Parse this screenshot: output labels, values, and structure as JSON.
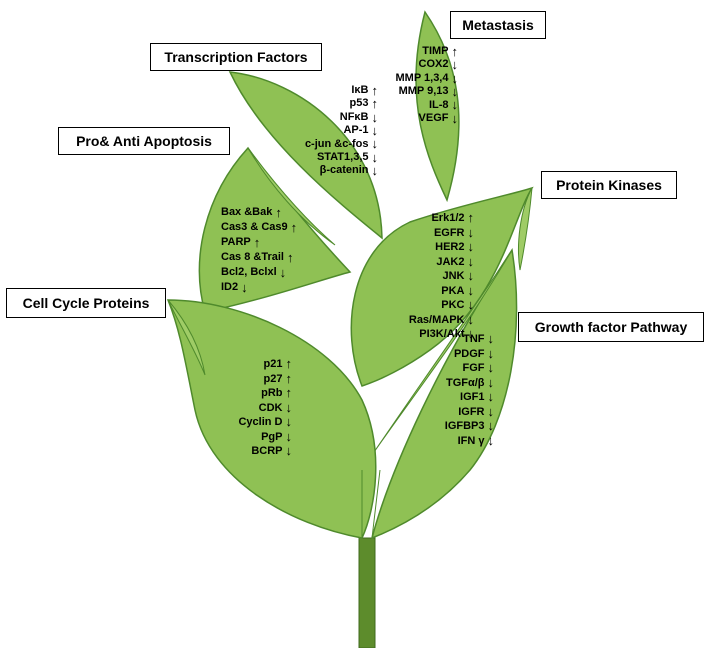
{
  "colors": {
    "leaf": "#8fc154",
    "leaf_edge": "#4f8a2c",
    "stem": "#5d8c2c"
  },
  "labels": {
    "metastasis": "Metastasis",
    "transcription": "Transcription Factors",
    "apoptosis": "Pro& Anti Apoptosis",
    "kinases": "Protein Kinases",
    "cell_cycle": "Cell Cycle Proteins",
    "growth": "Growth factor Pathway"
  },
  "metastasis_items": [
    {
      "text": "TIMP",
      "arrow": "↑"
    },
    {
      "text": "COX2",
      "arrow": "↓"
    },
    {
      "text": "MMP 1,3,4",
      "arrow": "↓"
    },
    {
      "text": "MMP 9,13",
      "arrow": "↓"
    },
    {
      "text": "IL-8",
      "arrow": "↓"
    },
    {
      "text": "VEGF",
      "arrow": "↓"
    }
  ],
  "transcription_items": [
    {
      "text": "IκB",
      "arrow": "↑"
    },
    {
      "text": "p53",
      "arrow": "↑"
    },
    {
      "text": "NFκB",
      "arrow": "↓"
    },
    {
      "text": "AP-1",
      "arrow": "↓"
    },
    {
      "text": "c-jun &c-fos",
      "arrow": "↓"
    },
    {
      "text": "STAT1,3,5",
      "arrow": "↓"
    },
    {
      "text": "β-catenin",
      "arrow": "↓"
    }
  ],
  "apoptosis_items": [
    {
      "text": "Bax &Bak",
      "arrow": "↑"
    },
    {
      "text": "Cas3 & Cas9",
      "arrow": "↑"
    },
    {
      "text": "PARP",
      "arrow": "↑"
    },
    {
      "text": "Cas 8 &Trail",
      "arrow": "↑"
    },
    {
      "text": "Bcl2, Bclxl",
      "arrow": "↓"
    },
    {
      "text": "ID2",
      "arrow": "↓"
    }
  ],
  "kinase_items": [
    {
      "text": "Erk1/2",
      "arrow": "↑"
    },
    {
      "text": "EGFR",
      "arrow": "↓"
    },
    {
      "text": "HER2",
      "arrow": "↓"
    },
    {
      "text": "JAK2",
      "arrow": "↓"
    },
    {
      "text": "JNK",
      "arrow": "↓"
    },
    {
      "text": "PKA",
      "arrow": "↓"
    },
    {
      "text": "PKC",
      "arrow": "↓"
    },
    {
      "text": "Ras/MAPK",
      "arrow": "↓"
    },
    {
      "text": "PI3K/Akt",
      "arrow": "↓"
    }
  ],
  "cell_cycle_items": [
    {
      "text": "p21",
      "arrow": "↑"
    },
    {
      "text": "p27",
      "arrow": "↑"
    },
    {
      "text": "pRb",
      "arrow": "↑"
    },
    {
      "text": "CDK",
      "arrow": "↓"
    },
    {
      "text": "Cyclin D",
      "arrow": "↓"
    },
    {
      "text": "PgP",
      "arrow": "↓"
    },
    {
      "text": "BCRP",
      "arrow": "↓"
    }
  ],
  "growth_items": [
    {
      "text": "TNF",
      "arrow": "↓"
    },
    {
      "text": "PDGF",
      "arrow": "↓"
    },
    {
      "text": "FGF",
      "arrow": "↓"
    },
    {
      "text": "TGFα/β",
      "arrow": "↓"
    },
    {
      "text": "IGF1",
      "arrow": "↓"
    },
    {
      "text": "IGFR",
      "arrow": "↓"
    },
    {
      "text": "IGFBP3",
      "arrow": "↓"
    },
    {
      "text": "IFN γ",
      "arrow": "↓"
    }
  ]
}
